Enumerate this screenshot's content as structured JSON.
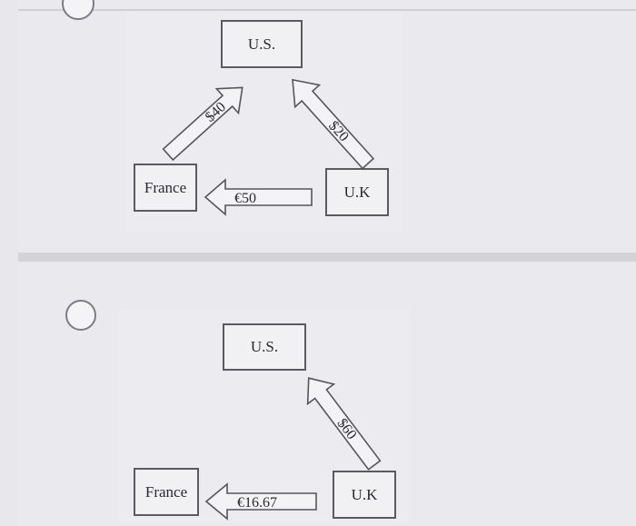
{
  "options": [
    {
      "nodes": {
        "us": "U.S.",
        "france": "France",
        "uk": "U.K"
      },
      "arrows": {
        "france_to_us": "$40",
        "uk_to_us": "$20",
        "uk_to_france": "€50"
      }
    },
    {
      "nodes": {
        "us": "U.S.",
        "france": "France",
        "uk": "U.K"
      },
      "arrows": {
        "uk_to_us": "$60",
        "uk_to_france": "€16.67"
      }
    }
  ]
}
